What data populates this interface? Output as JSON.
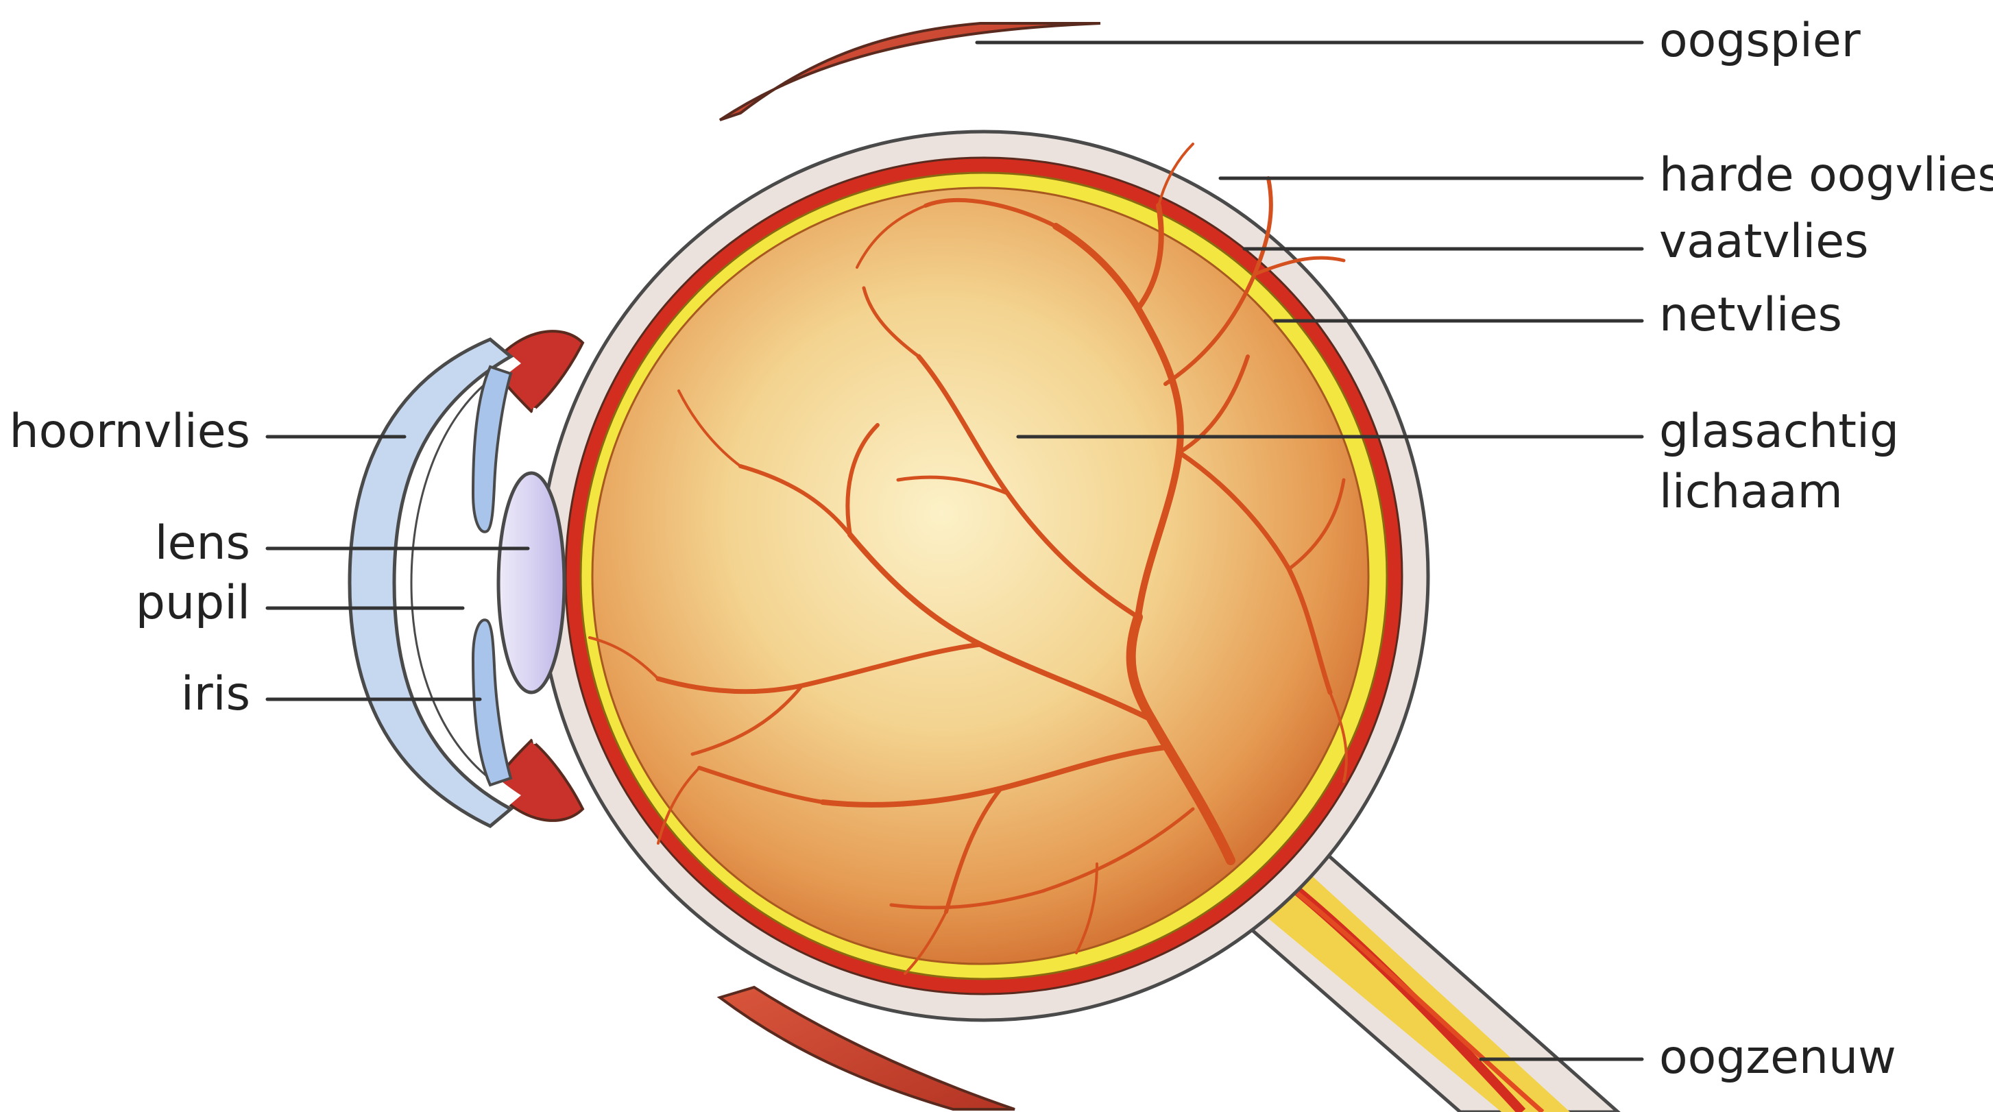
{
  "diagram": {
    "subject": "cross-section of the human eye",
    "colors": {
      "sclera": "#ebe2dd",
      "outline": "#4a4a4a",
      "choroid": "#d22d1e",
      "retina": "#f4e640",
      "vitreous_center": "#fcf0c6",
      "vitreous_edge": "#d2702e",
      "vessel": "#d4501e",
      "cornea": "#c6d8f0",
      "lens": "#dcd8f3",
      "muscle": "#c9432e"
    },
    "labels": {
      "oogspier": "oogspier",
      "harde_oogvlies": "harde oogvlies",
      "vaatvlies": "vaatvlies",
      "netvlies": "netvlies",
      "glasachtig_line1": "glasachtig",
      "glasachtig_line2": "lichaam",
      "oogzenuw": "oogzenuw",
      "hoornvlies": "hoornvlies",
      "lens": "lens",
      "pupil": "pupil",
      "iris": "iris"
    }
  }
}
